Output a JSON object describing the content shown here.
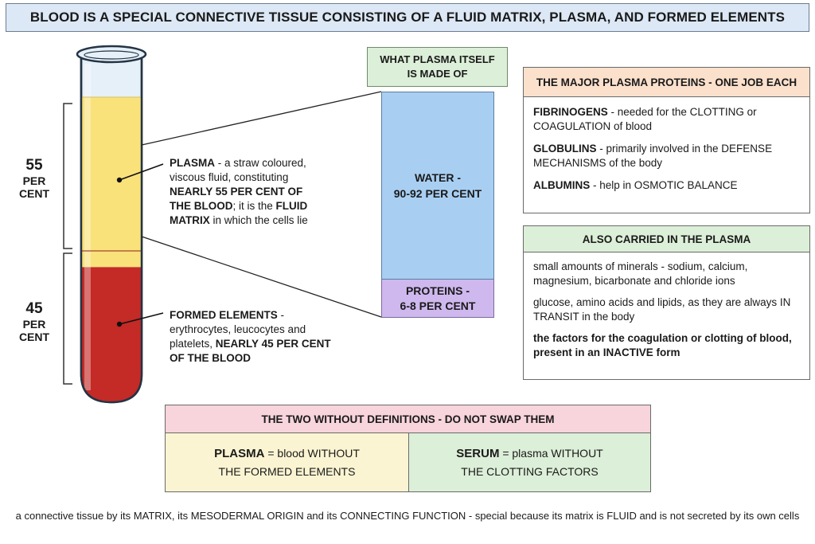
{
  "title": "BLOOD IS A SPECIAL CONNECTIVE TISSUE CONSISTING OF A FLUID MATRIX, PLASMA, AND FORMED ELEMENTS",
  "tube": {
    "plasma_fraction": 55,
    "formed_fraction": 45,
    "colors": {
      "plasma": "#f9e27a",
      "formed": "#c42a26",
      "glass": "#dbeaf6"
    },
    "plasma_pct": {
      "number": "55",
      "unit": "PER CENT"
    },
    "formed_pct": {
      "number": "45",
      "unit": "PER CENT"
    }
  },
  "plasma_label": {
    "term": "PLASMA",
    "text_1": " - a straw coloured, viscous fluid, constituting ",
    "bold_1": "NEARLY 55 PER CENT OF THE BLOOD",
    "text_2": "; it is the ",
    "bold_2": "FLUID MATRIX",
    "text_3": " in which the cells lie"
  },
  "formed_label": {
    "term": "FORMED ELEMENTS",
    "text_1": " - erythrocytes, leucocytes and platelets, ",
    "bold_1": "NEARLY 45 PER CENT OF THE BLOOD"
  },
  "plasma_composition": {
    "heading_line1": "WHAT PLASMA ITSELF",
    "heading_line2": "IS MADE OF",
    "water_line1": "WATER -",
    "water_line2": "90-92 PER CENT",
    "proteins_line1": "PROTEINS -",
    "proteins_line2": "6-8 PER CENT",
    "colors": {
      "water": "#a8cff2",
      "proteins": "#cfb8ee"
    }
  },
  "major_proteins": {
    "heading": "THE MAJOR PLASMA PROTEINS - ONE JOB EACH",
    "items": [
      {
        "term": "FIBRINOGENS",
        "text": " - needed for the CLOTTING or COAGULATION of blood"
      },
      {
        "term": "GLOBULINS",
        "text": " - primarily involved in the DEFENSE MECHANISMS of the body"
      },
      {
        "term": "ALBUMINS",
        "text": " - help in OSMOTIC BALANCE"
      }
    ]
  },
  "also_carried": {
    "heading": "ALSO CARRIED IN THE PLASMA",
    "items": [
      "small amounts of minerals - sodium, calcium, magnesium, bicarbonate and chloride ions",
      "glucose, amino acids and lipids, as they are always IN TRANSIT in the body",
      "the factors for the coagulation or clotting of blood, present in an INACTIVE form"
    ]
  },
  "definitions": {
    "heading": "THE TWO WITHOUT DEFINITIONS - DO NOT SWAP THEM",
    "plasma": {
      "term": "PLASMA",
      "line1_rest": " = blood WITHOUT",
      "line2": "THE FORMED ELEMENTS"
    },
    "serum": {
      "term": "SERUM",
      "line1_rest": " = plasma WITHOUT",
      "line2": "THE CLOTTING FACTORS"
    }
  },
  "footnote": "a connective tissue by its MATRIX, its MESODERMAL ORIGIN and its CONNECTING FUNCTION - special because its matrix is FLUID and is not secreted by its own cells"
}
